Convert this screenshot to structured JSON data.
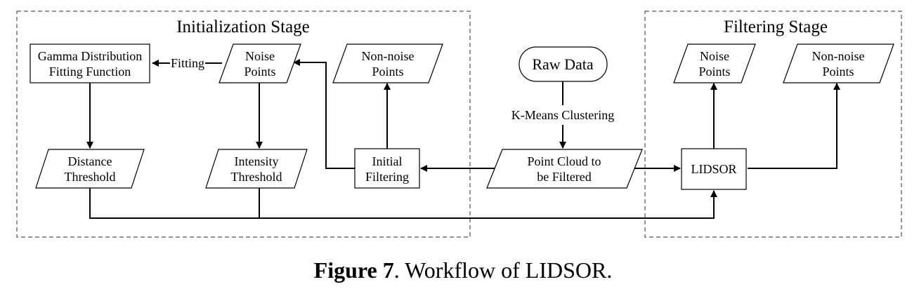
{
  "stages": {
    "initialization": "Initialization Stage",
    "filtering": "Filtering Stage"
  },
  "nodes": {
    "gamma": [
      "Gamma Distribution",
      "Fitting Function"
    ],
    "noise_init": [
      "Noise",
      "Points"
    ],
    "nonnoise_init": [
      "Non-noise",
      "Points"
    ],
    "raw_data": "Raw Data",
    "noise_filter": [
      "Noise",
      "Points"
    ],
    "nonnoise_filter": [
      "Non-noise",
      "Points"
    ],
    "distance": [
      "Distance",
      "Threshold"
    ],
    "intensity": [
      "Intensity",
      "Threshold"
    ],
    "initial_filtering": [
      "Initial",
      "Filtering"
    ],
    "point_cloud": [
      "Point Cloud to",
      "be Filtered"
    ],
    "lidsor": "LIDSOR"
  },
  "edge_labels": {
    "fitting": "Fitting",
    "kmeans": "K-Means Clustering"
  },
  "caption": {
    "label": "Figure 7",
    "text": ". Workflow of LIDSOR."
  }
}
